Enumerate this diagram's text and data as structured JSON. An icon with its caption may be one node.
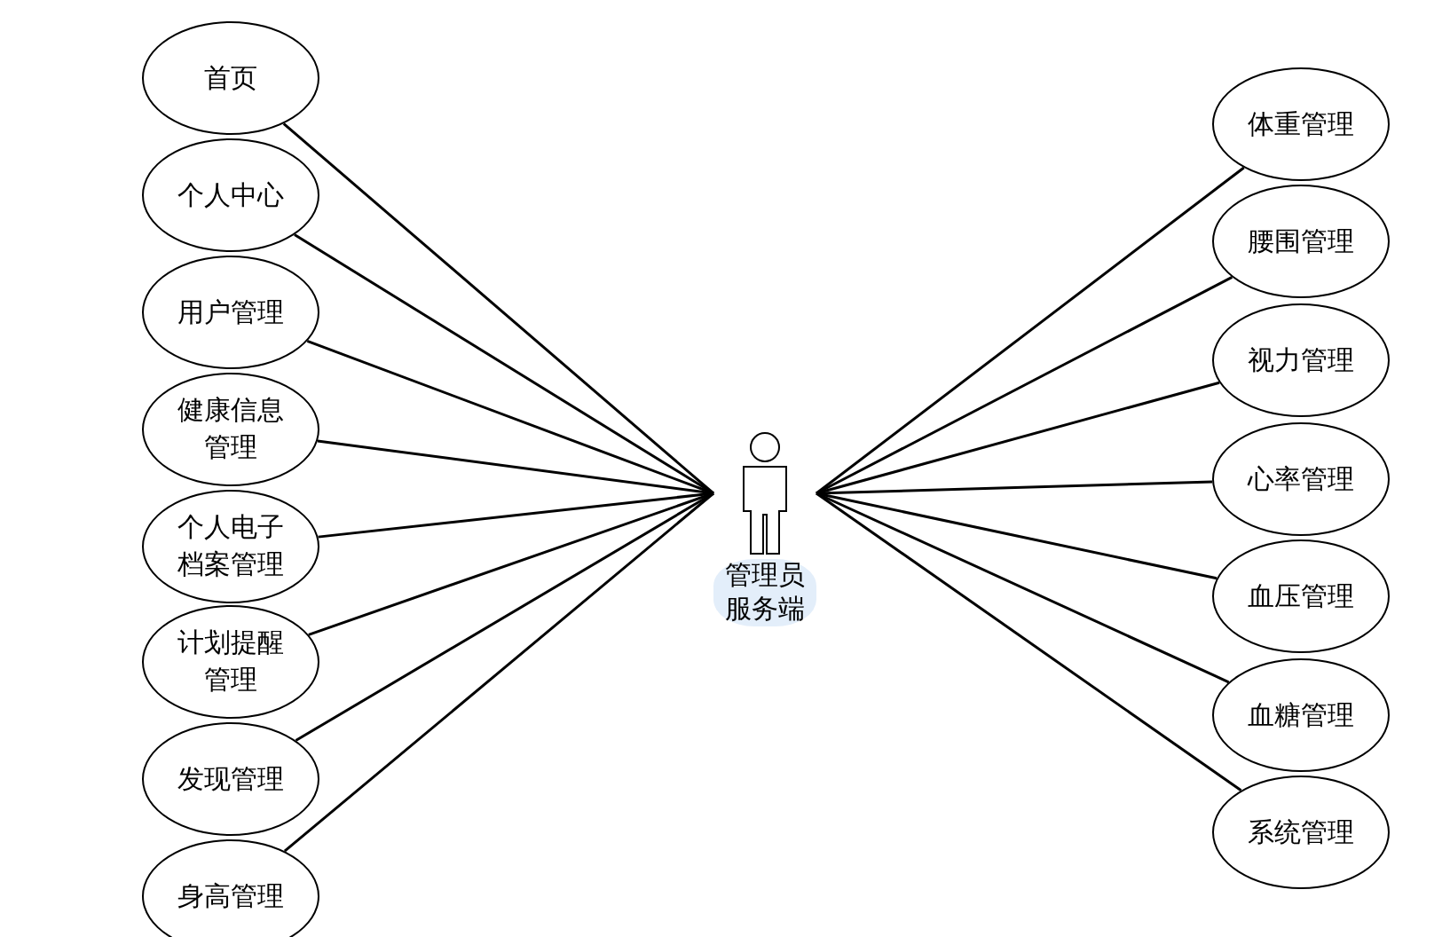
{
  "diagram": {
    "nodes": [
      {
        "text": [
          "管理员服务端"
        ]
      },
      {
        "text": [
          "首页"
        ]
      },
      {
        "text": [
          "个人中心"
        ]
      },
      {
        "text": [
          "用户管理"
        ]
      },
      {
        "text": [
          "健康信息管理"
        ]
      },
      {
        "text": [
          "个人电子档案管理"
        ]
      },
      {
        "text": [
          "计划提醒管理"
        ]
      },
      {
        "text": [
          "发现管理"
        ]
      },
      {
        "text": [
          "身高管理"
        ]
      },
      {
        "text": [
          "体重管理"
        ]
      },
      {
        "text": [
          "腰围管理"
        ]
      },
      {
        "text": [
          "视力管理"
        ]
      },
      {
        "text": [
          "心率管理"
        ]
      },
      {
        "text": [
          "血压管理"
        ]
      },
      {
        "text": [
          "血糖管理"
        ]
      },
      {
        "text": [
          "系统管理"
        ]
      }
    ],
    "edges": [
      {
        "from": 0,
        "to": 1,
        "arrow": "none"
      },
      {
        "from": 0,
        "to": 2,
        "arrow": "none"
      },
      {
        "from": 0,
        "to": 3,
        "arrow": "none"
      },
      {
        "from": 0,
        "to": 4,
        "arrow": "none"
      },
      {
        "from": 0,
        "to": 5,
        "arrow": "none"
      },
      {
        "from": 0,
        "to": 6,
        "arrow": "none"
      },
      {
        "from": 0,
        "to": 7,
        "arrow": "none"
      },
      {
        "from": 0,
        "to": 8,
        "arrow": "none"
      },
      {
        "from": 0,
        "to": 9,
        "arrow": "none"
      },
      {
        "from": 0,
        "to": 10,
        "arrow": "none"
      },
      {
        "from": 0,
        "to": 11,
        "arrow": "none"
      },
      {
        "from": 0,
        "to": 12,
        "arrow": "none"
      },
      {
        "from": 0,
        "to": 13,
        "arrow": "none"
      },
      {
        "from": 0,
        "to": 14,
        "arrow": "none"
      },
      {
        "from": 0,
        "to": 15,
        "arrow": "none"
      }
    ]
  }
}
